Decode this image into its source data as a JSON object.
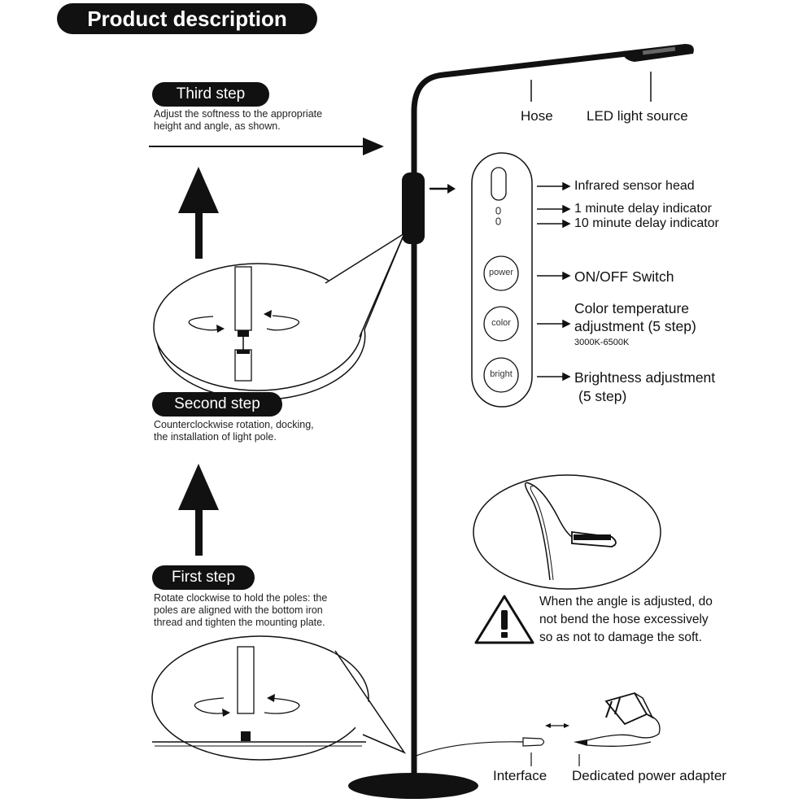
{
  "title": "Product description",
  "steps": {
    "third": {
      "label": "Third step",
      "text": "Adjust the softness to the appropriate height and angle, as shown."
    },
    "second": {
      "label": "Second step",
      "text": "Counterclockwise rotation, docking, the installation of light pole."
    },
    "first": {
      "label": "First step",
      "text": "Rotate clockwise to hold the poles: the poles are aligned with the bottom iron thread and tighten the mounting plate."
    }
  },
  "parts": {
    "hose": "Hose",
    "led": "LED light source",
    "interface": "Interface",
    "adapter": "Dedicated power adapter"
  },
  "controls": {
    "sensor": "Infrared sensor head",
    "delay1": "1 minute delay indicator",
    "delay10": "10 minute delay indicator",
    "power_label": "ON/OFF Switch",
    "power_btn": "power",
    "color_label_1": "Color temperature",
    "color_label_2": "adjustment (5 step)",
    "color_range": "3000K-6500K",
    "color_btn": "color",
    "bright_label_1": "Brightness adjustment",
    "bright_label_2": "(5 step)",
    "bright_btn": "bright"
  },
  "warning": {
    "line1": "When the angle is adjusted, do",
    "line2": "not bend the hose excessively",
    "line3": "so as not to damage the soft."
  }
}
